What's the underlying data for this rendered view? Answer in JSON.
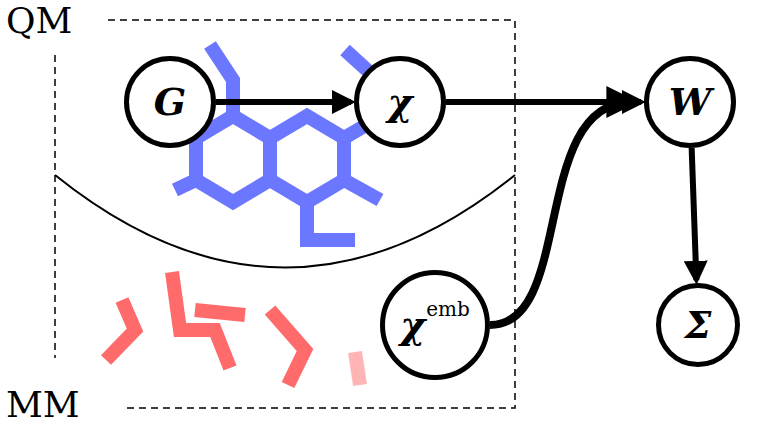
{
  "diagram": {
    "nodes": [
      {
        "text": [
          "G"
        ]
      },
      {
        "text": [
          "χ"
        ]
      },
      {
        "text": [
          "W"
        ]
      },
      {
        "text": [
          "χ",
          "emb"
        ]
      },
      {
        "text": [
          "Σ"
        ]
      }
    ],
    "edges": [
      {
        "from": 0,
        "to": 1,
        "arrow": "to"
      },
      {
        "from": 1,
        "to": 2,
        "arrow": "to"
      },
      {
        "from": 3,
        "to": 2,
        "arrow": "to"
      },
      {
        "from": 2,
        "to": 4,
        "arrow": "to"
      }
    ],
    "labels": [
      "QM",
      "MM"
    ]
  }
}
